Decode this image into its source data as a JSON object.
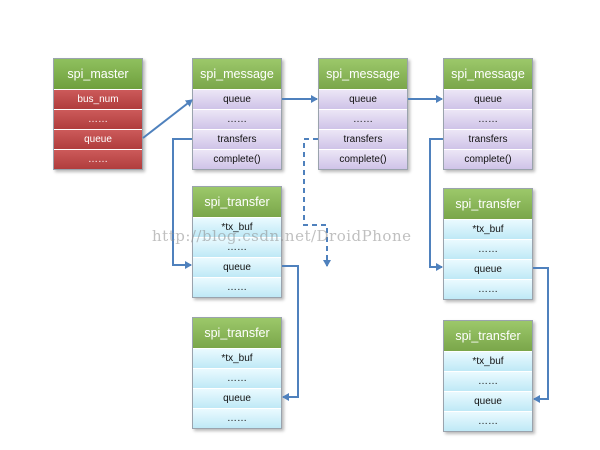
{
  "spi_master": {
    "title": "spi_master",
    "rows": [
      "bus_num",
      "……",
      "queue",
      "……"
    ]
  },
  "messages": [
    {
      "title": "spi_message",
      "rows": [
        "queue",
        "……",
        "transfers",
        "complete()"
      ]
    },
    {
      "title": "spi_message",
      "rows": [
        "queue",
        "……",
        "transfers",
        "complete()"
      ]
    },
    {
      "title": "spi_message",
      "rows": [
        "queue",
        "……",
        "transfers",
        "complete()"
      ]
    }
  ],
  "transfers": [
    {
      "title": "spi_transfer",
      "rows": [
        "*tx_buf",
        "……",
        "queue",
        "……"
      ]
    },
    {
      "title": "spi_transfer",
      "rows": [
        "*tx_buf",
        "……",
        "queue",
        "……"
      ]
    },
    {
      "title": "spi_transfer",
      "rows": [
        "*tx_buf",
        "……",
        "queue",
        "……"
      ]
    },
    {
      "title": "spi_transfer",
      "rows": [
        "*tx_buf",
        "……",
        "queue",
        "……"
      ]
    }
  ],
  "watermark": "http://blog.csdn.net/DroidPhone",
  "colors": {
    "header_green": "#7aa64a",
    "master_red": "#b03d3d",
    "message_lavender": "#cfc3e8",
    "transfer_cyan": "#bfe9f6",
    "arrow_blue": "#4f81bd"
  }
}
